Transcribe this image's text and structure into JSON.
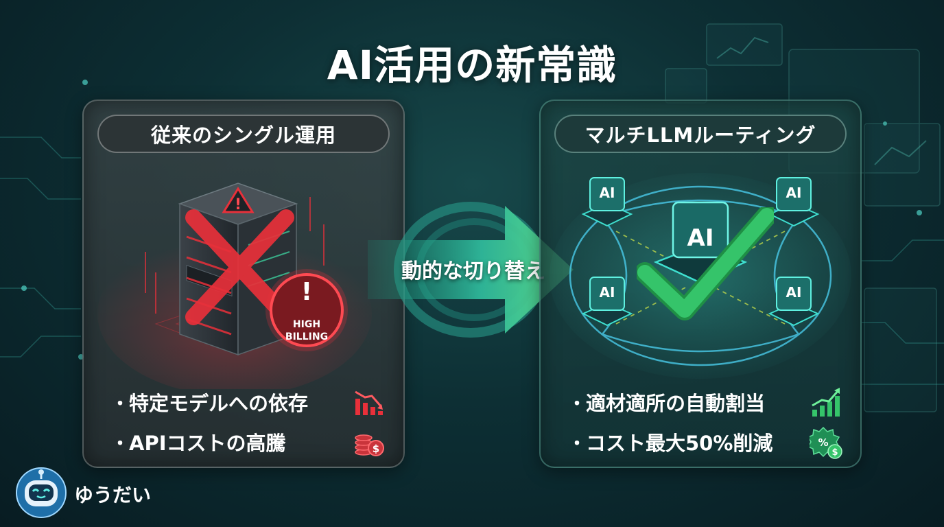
{
  "title": "AI活用の新常識",
  "left_panel": {
    "heading": "従来のシングル運用",
    "badge_line1": "HIGH",
    "badge_line2": "BILLING",
    "bullets": [
      {
        "text": "特定モデルへの依存",
        "icon": "declining-chart-icon"
      },
      {
        "text": "APIコストの高騰",
        "icon": "coin-stack-dollar-icon"
      }
    ]
  },
  "arrow": {
    "label": "動的な切り替え"
  },
  "right_panel": {
    "heading": "マルチLLMルーティング",
    "node_label": "AI",
    "bullets": [
      {
        "text": "適材適所の自動割当",
        "icon": "growth-chart-icon"
      },
      {
        "text": "コスト最大50%削減",
        "icon": "percent-discount-badge-icon"
      }
    ]
  },
  "author": {
    "name": "ゆうだい"
  },
  "colors": {
    "accent_red": "#e8303a",
    "accent_green": "#35c46a",
    "accent_cyan": "#3fe0d0",
    "background": "#0d2f34"
  }
}
